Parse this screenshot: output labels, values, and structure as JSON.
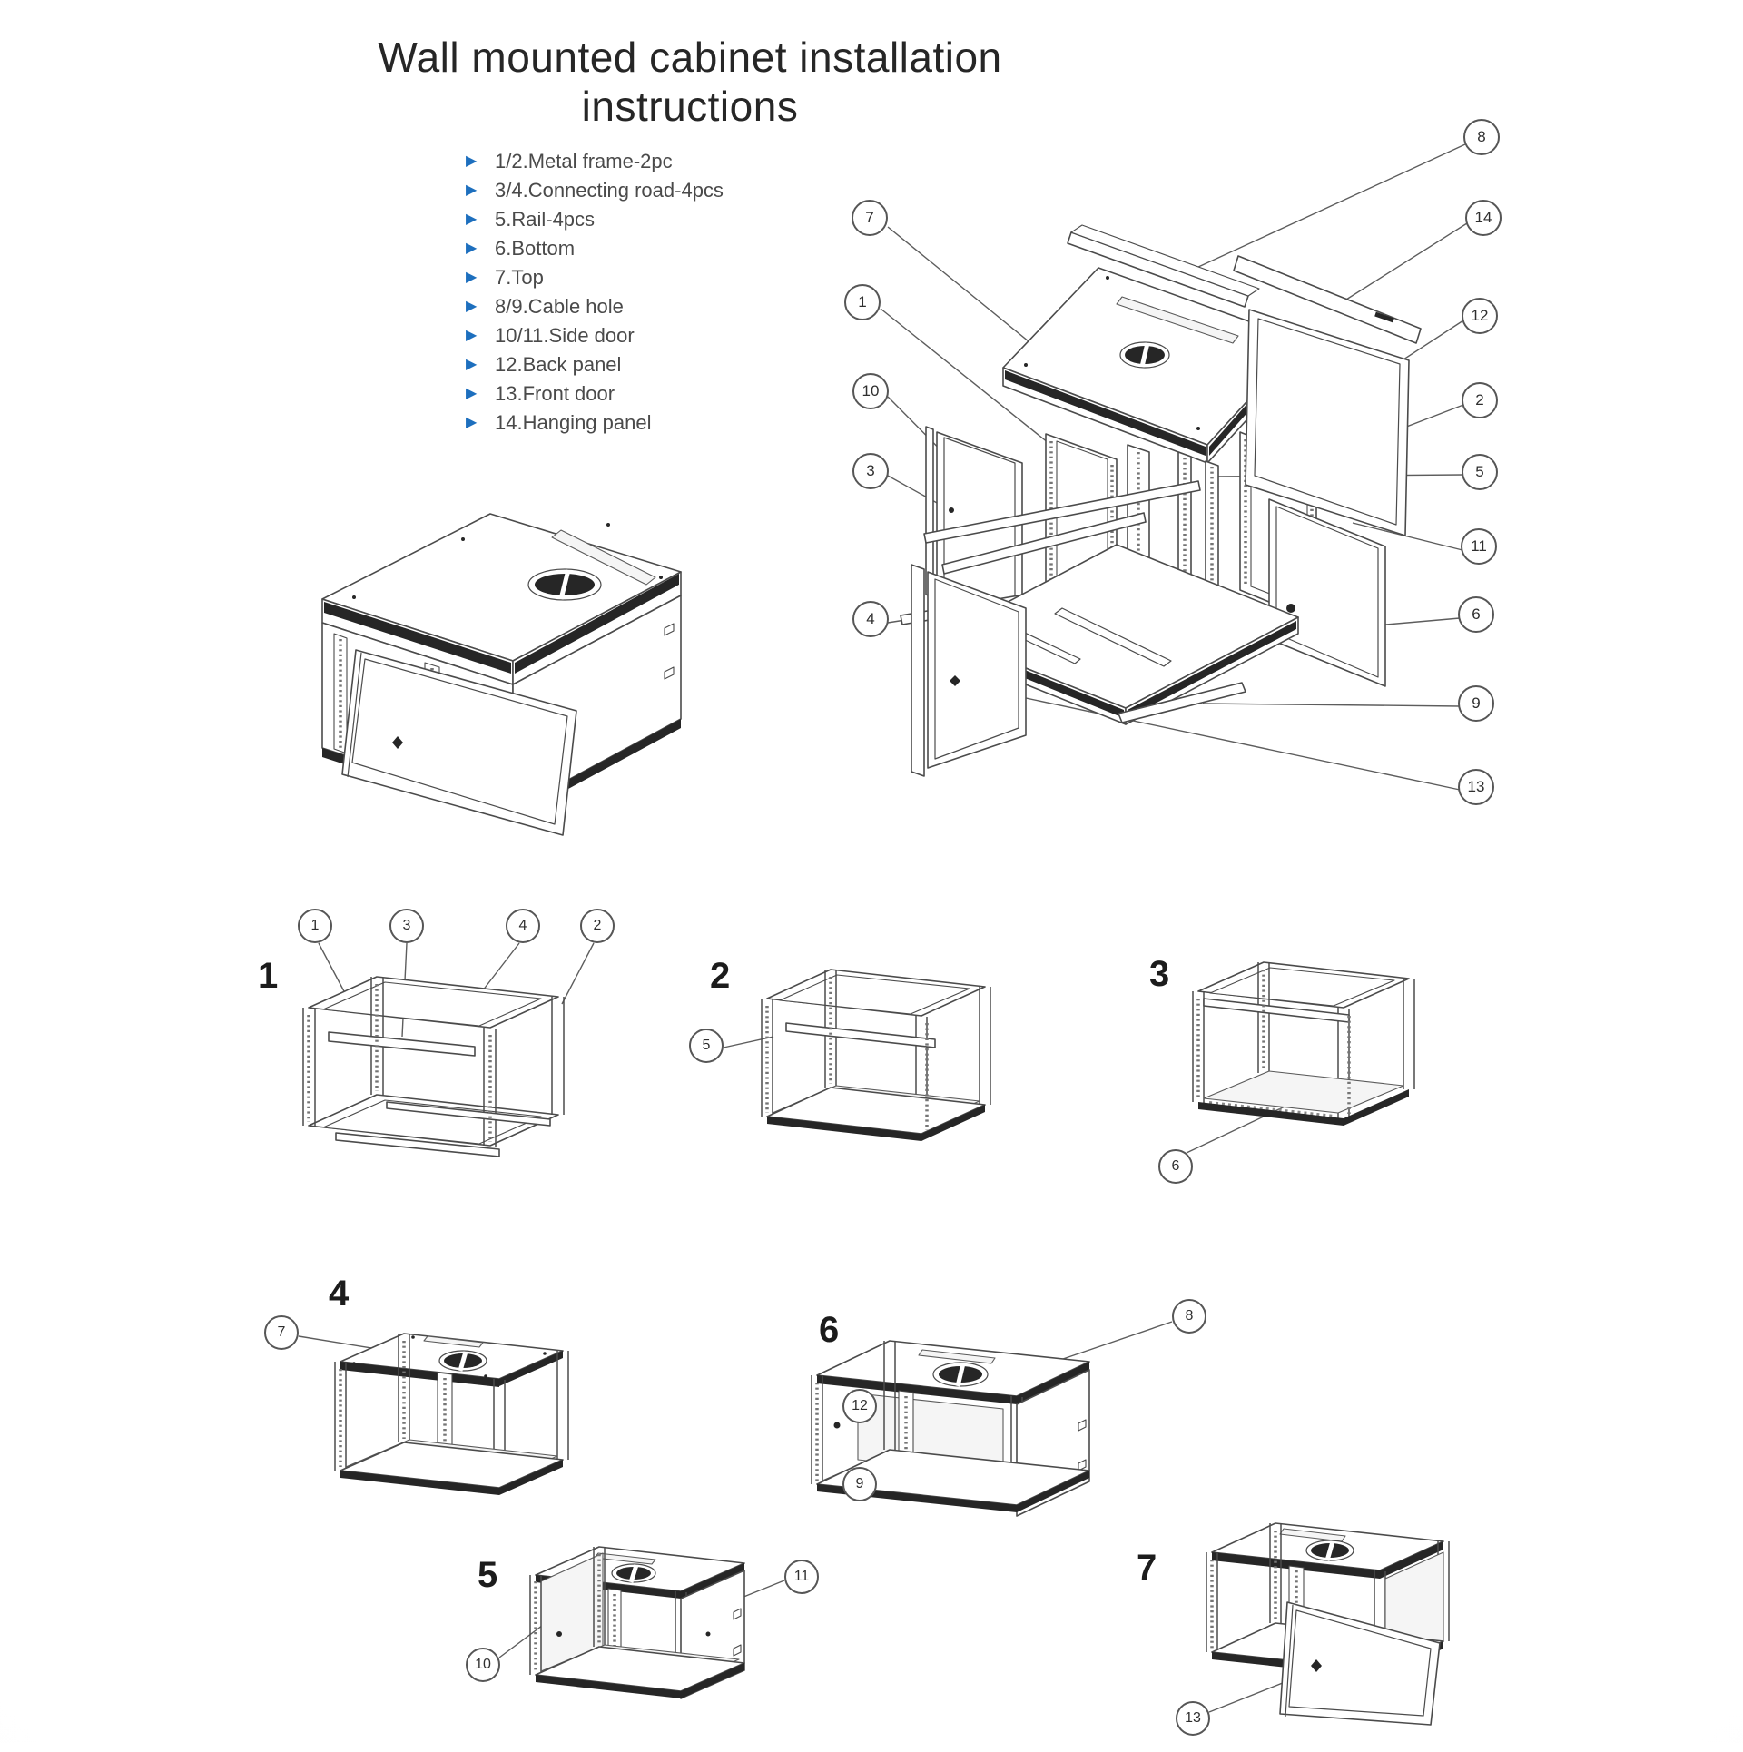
{
  "title": "Wall mounted cabinet installation instructions",
  "colors": {
    "bullet": "#1d6fbe",
    "ink": "#262626",
    "line": "#4b4b4b"
  },
  "parts_list": {
    "items": [
      "1/2.Metal frame-2pc",
      "3/4.Connecting road-4pcs",
      "5.Rail-4pcs",
      "6.Bottom",
      "7.Top",
      "8/9.Cable hole",
      "10/11.Side door",
      "12.Back panel",
      "13.Front door",
      "14.Hanging panel"
    ]
  },
  "exploded_view": {
    "callouts": [
      "7",
      "1",
      "10",
      "3",
      "4",
      "8",
      "14",
      "12",
      "2",
      "5",
      "11",
      "6",
      "9",
      "13"
    ]
  },
  "steps": [
    {
      "label": "1",
      "callouts": [
        "1",
        "3",
        "4",
        "2"
      ]
    },
    {
      "label": "2",
      "callouts": [
        "5"
      ]
    },
    {
      "label": "3",
      "callouts": [
        "6"
      ]
    },
    {
      "label": "4",
      "callouts": [
        "7"
      ]
    },
    {
      "label": "5",
      "callouts": [
        "11",
        "10"
      ]
    },
    {
      "label": "6",
      "callouts": [
        "8",
        "12",
        "9"
      ]
    },
    {
      "label": "7",
      "callouts": [
        "13"
      ]
    }
  ]
}
